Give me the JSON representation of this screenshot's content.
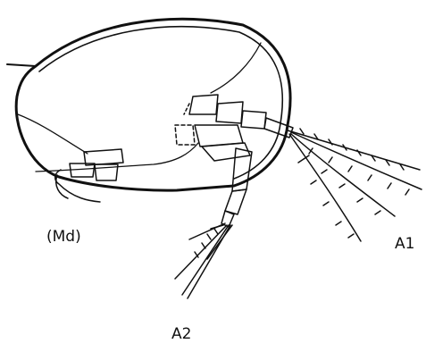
{
  "figure": {
    "labels": {
      "mandible": "(Md)",
      "antenna_1": "A1",
      "antenna_2": "A2"
    },
    "colors": {
      "ink": "#111111",
      "background": "#ffffff"
    }
  }
}
